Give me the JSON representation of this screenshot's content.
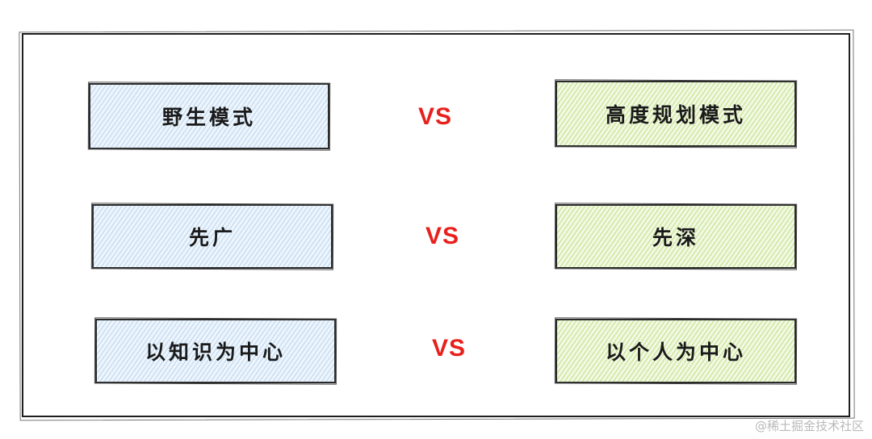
{
  "rows": [
    {
      "left": "野生模式",
      "vs": "VS",
      "right": "高度规划模式"
    },
    {
      "left": "先广",
      "vs": "VS",
      "right": "先深"
    },
    {
      "left": "以知识为中心",
      "vs": "VS",
      "right": "以个人为中心"
    }
  ],
  "watermark": "@稀土掘金技术社区",
  "colors": {
    "left_fill": "#dbe9f6",
    "right_fill": "#e2f1c2",
    "vs_color": "#e8201c",
    "stroke": "#1e1e1e"
  }
}
